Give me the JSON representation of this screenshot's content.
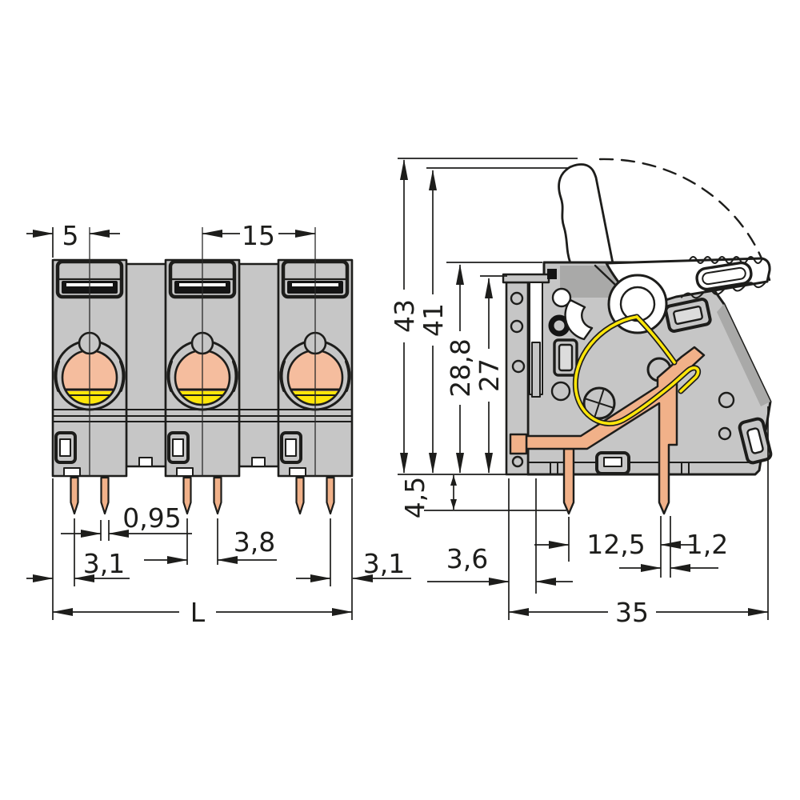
{
  "drawing": {
    "kind": "technical dimension drawing of 3-pole push-button PCB terminal block with operating lever, front view and side view",
    "background": "#ffffff",
    "line_color": "#1d1d1b",
    "housing_color": "#c6c6c6",
    "shadow_color": "#a9a9a8",
    "copper_color": "#f1b189",
    "spring_color": "#ffe609",
    "detail_black": "#141414",
    "lever_color": "#ffffff"
  },
  "front_view": {
    "dims": {
      "edge_to_pole_center": "5",
      "pole_pitch": "15",
      "pin_width": "0,95",
      "edge_to_first_pin": "3,1",
      "pin_pair_spacing": "3,8",
      "last_pin_to_edge": "3,1",
      "overall_length": "L"
    }
  },
  "side_view": {
    "dims": {
      "overall_height": "43",
      "height_to_lever": "41",
      "housing_height": "28,8",
      "flange_height": "27",
      "solder_pin_length": "4,5",
      "edge_offset": "3,6",
      "pin_row_spacing": "12,5",
      "solder_pin_width": "1,2",
      "overall_depth": "35"
    }
  }
}
